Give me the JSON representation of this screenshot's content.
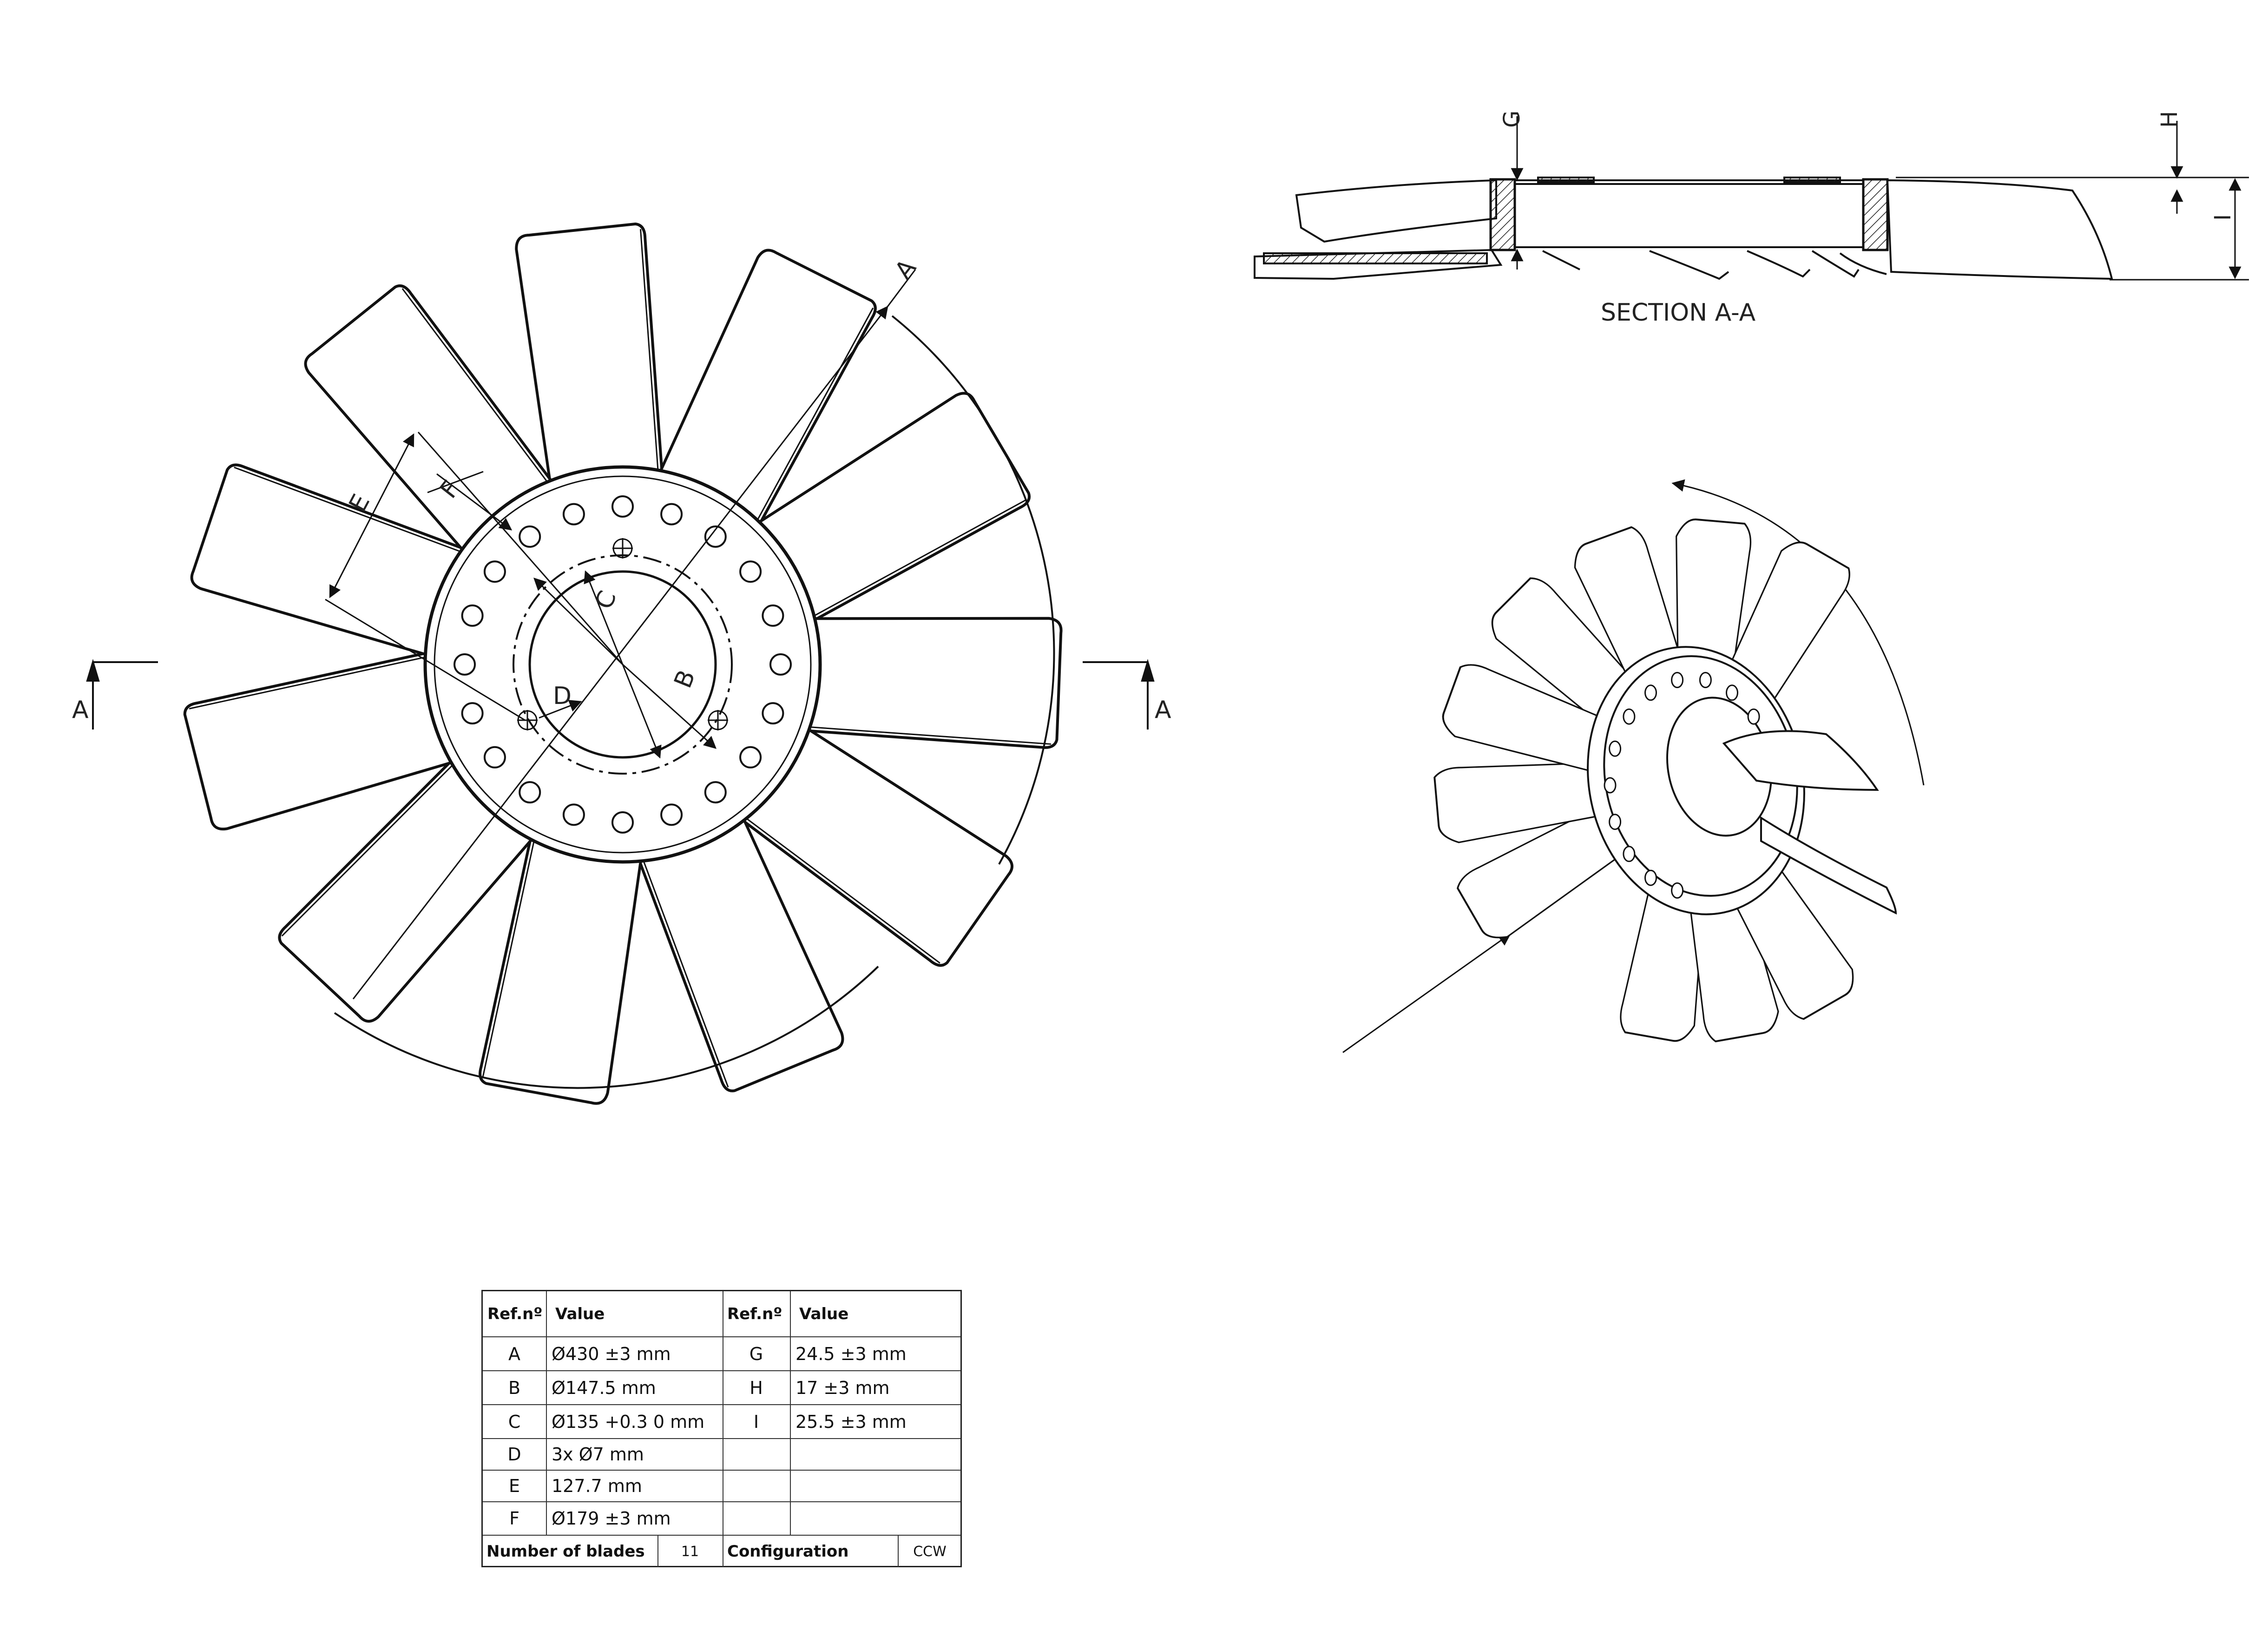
{
  "drawing": {
    "section_marker_left": "A",
    "section_marker_right": "A",
    "section_caption": "SECTION A-A",
    "front_view_labels": [
      "A",
      "B",
      "C",
      "D",
      "E",
      "F"
    ],
    "section_view_labels": [
      "G",
      "H",
      "I"
    ]
  },
  "spec_table": {
    "headers": {
      "ref_left": "Ref.nº",
      "value_left": "Value",
      "ref_right": "Ref.nº",
      "value_right": "Value"
    },
    "rows": [
      {
        "ref": "A",
        "value": "Ø430 ±3 mm",
        "ref2": "G",
        "value2": "24.5 ±3 mm"
      },
      {
        "ref": "B",
        "value": "Ø147.5 mm",
        "ref2": "H",
        "value2": "17 ±3 mm"
      },
      {
        "ref": "C",
        "value": "Ø135 +0.3 0 mm",
        "ref2": "I",
        "value2": "25.5 ±3 mm"
      },
      {
        "ref": "D",
        "value": "3x Ø7 mm",
        "ref2": "",
        "value2": ""
      },
      {
        "ref": "E",
        "value": "127.7 mm",
        "ref2": "",
        "value2": ""
      },
      {
        "ref": "F",
        "value": "Ø179 ±3 mm",
        "ref2": "",
        "value2": ""
      }
    ],
    "footer": {
      "blades_label": "Number of blades",
      "blades_value": "11",
      "config_label": "Configuration",
      "config_value": "CCW"
    }
  }
}
